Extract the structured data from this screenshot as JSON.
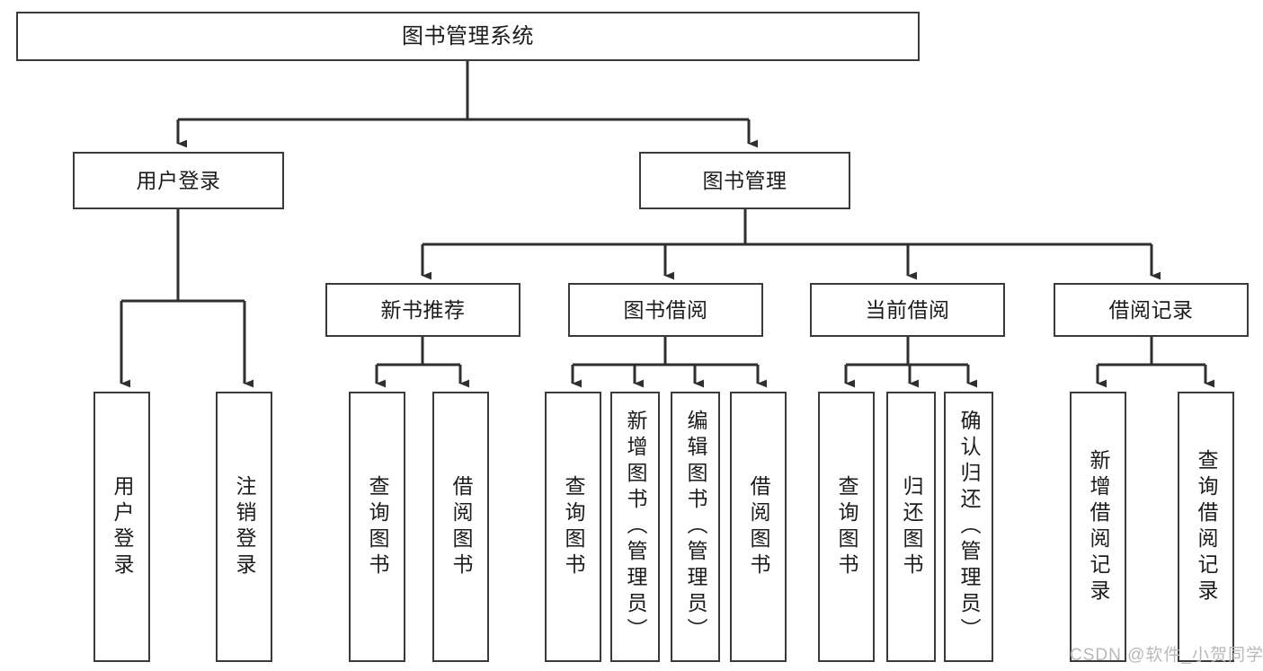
{
  "diagram": {
    "title": "图书管理系统",
    "watermark": "CSDN @软件_小贺同学",
    "colors": {
      "box_border": "#3a3a3a",
      "box_fill": "#ffffff",
      "edge": "#2f2f2f",
      "text": "#1c1c1c",
      "watermark": "#b9b9b9",
      "background": "#ffffff"
    },
    "levels": {
      "level1": [
        {
          "id": "root",
          "label": "图书管理系统"
        }
      ],
      "level2": [
        {
          "id": "user_login",
          "label": "用户登录"
        },
        {
          "id": "book_manage",
          "label": "图书管理"
        }
      ],
      "level3": [
        {
          "id": "new_book_rec",
          "label": "新书推荐"
        },
        {
          "id": "book_borrow",
          "label": "图书借阅"
        },
        {
          "id": "current_borrow",
          "label": "当前借阅"
        },
        {
          "id": "borrow_record",
          "label": "借阅记录"
        }
      ],
      "level4": [
        {
          "id": "leaf_user_login",
          "label": "用户登录",
          "parent": "user_login"
        },
        {
          "id": "leaf_logout",
          "label": "注销登录",
          "parent": "user_login"
        },
        {
          "id": "leaf_query_book_1",
          "label": "查询图书",
          "parent": "new_book_rec"
        },
        {
          "id": "leaf_borrow_book_1",
          "label": "借阅图书",
          "parent": "new_book_rec"
        },
        {
          "id": "leaf_query_book_2",
          "label": "查询图书",
          "parent": "book_borrow"
        },
        {
          "id": "leaf_add_book",
          "label": "新增图书（管理员）",
          "parent": "book_borrow"
        },
        {
          "id": "leaf_edit_book",
          "label": "编辑图书（管理员）",
          "parent": "book_borrow"
        },
        {
          "id": "leaf_borrow_book_2",
          "label": "借阅图书",
          "parent": "book_borrow"
        },
        {
          "id": "leaf_query_book_3",
          "label": "查询图书",
          "parent": "current_borrow"
        },
        {
          "id": "leaf_return_book",
          "label": "归还图书",
          "parent": "current_borrow"
        },
        {
          "id": "leaf_confirm_return",
          "label": "确认归还（管理员）",
          "parent": "current_borrow"
        },
        {
          "id": "leaf_add_record",
          "label": "新增借阅记录",
          "parent": "borrow_record"
        },
        {
          "id": "leaf_query_record",
          "label": "查询借阅记录",
          "parent": "borrow_record"
        }
      ]
    }
  }
}
